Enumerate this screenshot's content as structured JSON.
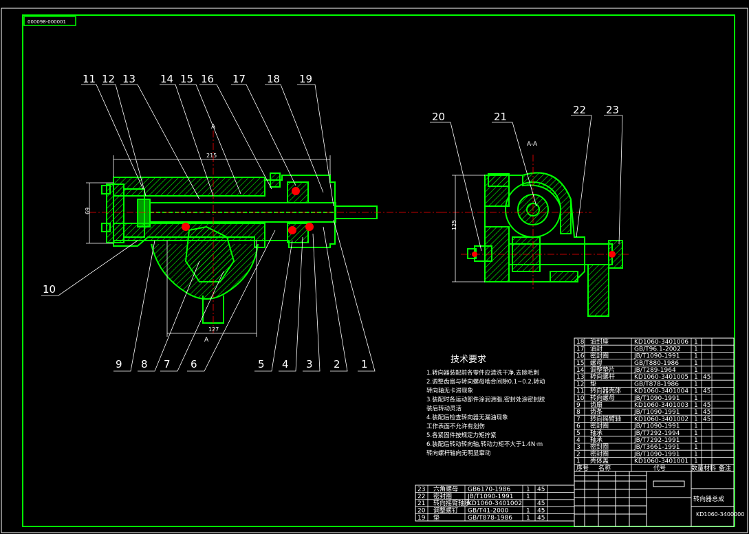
{
  "drawing_code_top": "000098-000001",
  "drawing_code_bottom": "KD1060-3400000",
  "section_marks": [
    "A",
    "A",
    "A-A"
  ],
  "dimensions": {
    "length_top": "215",
    "height_left": "69",
    "width_bottom": "127",
    "height_right": "125"
  },
  "leaders_top": [
    "11",
    "12",
    "13",
    "14",
    "15",
    "16",
    "17",
    "18",
    "19"
  ],
  "leaders_bottom": [
    "9",
    "8",
    "7",
    "6",
    "5",
    "4",
    "3",
    "2",
    "1"
  ],
  "leader_left": "10",
  "leaders_right": [
    "20",
    "21",
    "22",
    "23"
  ],
  "requirements": {
    "title": "技术要求",
    "items": [
      "1.转向器装配前各零件应清洗干净,去除毛刺",
      "2.调整齿扇与转向螺母啮合间隙0.1~0.2,转动",
      "  转向轴无卡滞现象",
      "3.装配时各运动部件涂润滑脂,密封处涂密封胶",
      "  装后转动灵活",
      "4.装配后检查转向器无漏油现象",
      "  工作表面不允许有划伤",
      "5.各紧固件按规定力矩拧紧",
      "6.装配后转动转向轴,转动力矩不大于1.4N·m",
      "  转向螺杆轴向无明显窜动"
    ]
  },
  "bom_right": [
    {
      "no": "18",
      "name": "油封座",
      "code": "KD1060-3401006",
      "qty": "1",
      "mat": "",
      "note": ""
    },
    {
      "no": "17",
      "name": "油封",
      "code": "GB/T96.1-2002",
      "qty": "1",
      "mat": "",
      "note": ""
    },
    {
      "no": "16",
      "name": "密封圈",
      "code": "JB/T1090-1991",
      "qty": "1",
      "mat": "",
      "note": ""
    },
    {
      "no": "15",
      "name": "螺母",
      "code": "GB/T880-1986",
      "qty": "1",
      "mat": "",
      "note": ""
    },
    {
      "no": "14",
      "name": "调整垫片",
      "code": "JB/T289-1964",
      "qty": "1",
      "mat": "",
      "note": ""
    },
    {
      "no": "13",
      "name": "转向螺杆",
      "code": "KD1060-3401005",
      "qty": "1",
      "mat": "45",
      "note": ""
    },
    {
      "no": "12",
      "name": "垫",
      "code": "GB/T878-1986",
      "qty": "1",
      "mat": "",
      "note": ""
    },
    {
      "no": "11",
      "name": "转向器壳体",
      "code": "KD1060-3401004",
      "qty": "1",
      "mat": "45",
      "note": ""
    },
    {
      "no": "10",
      "name": "转向螺母",
      "code": "JB/T1090-1991",
      "qty": "1",
      "mat": "",
      "note": ""
    },
    {
      "no": "9",
      "name": "齿扇",
      "code": "KD1060-3401003",
      "qty": "1",
      "mat": "45",
      "note": ""
    },
    {
      "no": "8",
      "name": "齿条",
      "code": "JB/T1090-1991",
      "qty": "1",
      "mat": "45",
      "note": ""
    },
    {
      "no": "7",
      "name": "转向摇臂轴",
      "code": "KD1060-3401002",
      "qty": "1",
      "mat": "45",
      "note": ""
    },
    {
      "no": "6",
      "name": "密封圈",
      "code": "JB/T1090-1991",
      "qty": "1",
      "mat": "",
      "note": ""
    },
    {
      "no": "5",
      "name": "轴承",
      "code": "JB/T7292-1994",
      "qty": "1",
      "mat": "",
      "note": ""
    },
    {
      "no": "4",
      "name": "轴承",
      "code": "JB/T7292-1991",
      "qty": "1",
      "mat": "",
      "note": ""
    },
    {
      "no": "3",
      "name": "密封圈",
      "code": "JB/T3661-1991",
      "qty": "1",
      "mat": "",
      "note": ""
    },
    {
      "no": "2",
      "name": "密封圈",
      "code": "JB/T1090-1991",
      "qty": "1",
      "mat": "",
      "note": ""
    },
    {
      "no": "1",
      "name": "壳体盖",
      "code": "KD1060-3401001",
      "qty": "1",
      "mat": "",
      "note": ""
    }
  ],
  "bom_header": {
    "no": "序号",
    "name": "名称",
    "code": "代号",
    "qty": "数量",
    "mat": "材料",
    "note": "备注"
  },
  "bom_left": [
    {
      "no": "23",
      "name": "六角螺母",
      "code": "GB6170-1986",
      "qty": "1",
      "mat": "45"
    },
    {
      "no": "22",
      "name": "密封圈",
      "code": "JB/T1090-1991",
      "qty": "1",
      "mat": ""
    },
    {
      "no": "21",
      "name": "转向摇臂轴承",
      "code": "KD1060-3401002",
      "qty": "",
      "mat": "45"
    },
    {
      "no": "20",
      "name": "调整螺钉",
      "code": "GB/T41-2000",
      "qty": "1",
      "mat": "45"
    },
    {
      "no": "19",
      "name": "垫",
      "code": "GB/T878-1986",
      "qty": "1",
      "mat": "45"
    }
  ],
  "title_block_name": "转向器总成"
}
